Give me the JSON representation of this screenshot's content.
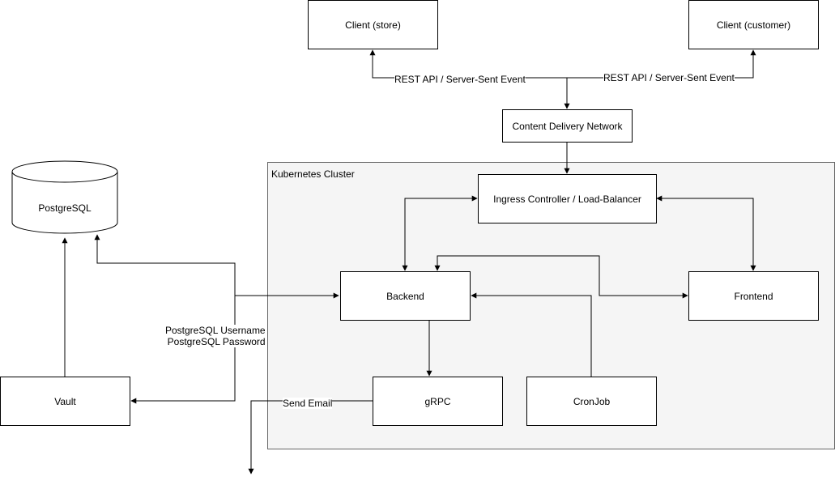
{
  "cluster": {
    "label": "Kubernetes Cluster"
  },
  "nodes": {
    "client_store": "Client (store)",
    "client_customer": "Client (customer)",
    "cdn": "Content Delivery Network",
    "ingress": "Ingress Controller / Load-Balancer",
    "backend": "Backend",
    "frontend": "Frontend",
    "grpc": "gRPC",
    "cronjob": "CronJob",
    "vault": "Vault",
    "postgres": "PostgreSQL"
  },
  "edges": {
    "rest_left": "REST API / Server-Sent Event",
    "rest_right": "REST API / Server-Sent Event",
    "pg_user": "PostgreSQL Username",
    "pg_pass": "PostgreSQL Password",
    "send_email": "Send Email"
  }
}
